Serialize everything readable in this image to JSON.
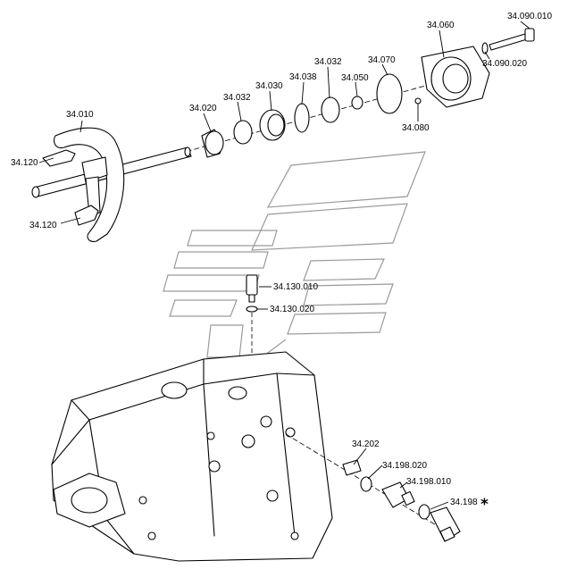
{
  "diagram": {
    "callouts": {
      "c34_010": "34.010",
      "c34_120_top": "34.120",
      "c34_120_bottom": "34.120",
      "c34_020": "34.020",
      "c34_032_left": "34.032",
      "c34_030": "34.030",
      "c34_038": "34.038",
      "c34_032_right": "34.032",
      "c34_050": "34.050",
      "c34_070": "34.070",
      "c34_060": "34.060",
      "c34_090_010": "34.090.010",
      "c34_090_020": "34.090.020",
      "c34_080": "34.080",
      "c34_130_010": "34.130.010",
      "c34_130_020": "34.130.020",
      "c34_202": "34.202",
      "c34_198_020": "34.198.020",
      "c34_198_010": "34.198.010",
      "c34_198": "34.198"
    },
    "asterisk": "*"
  }
}
